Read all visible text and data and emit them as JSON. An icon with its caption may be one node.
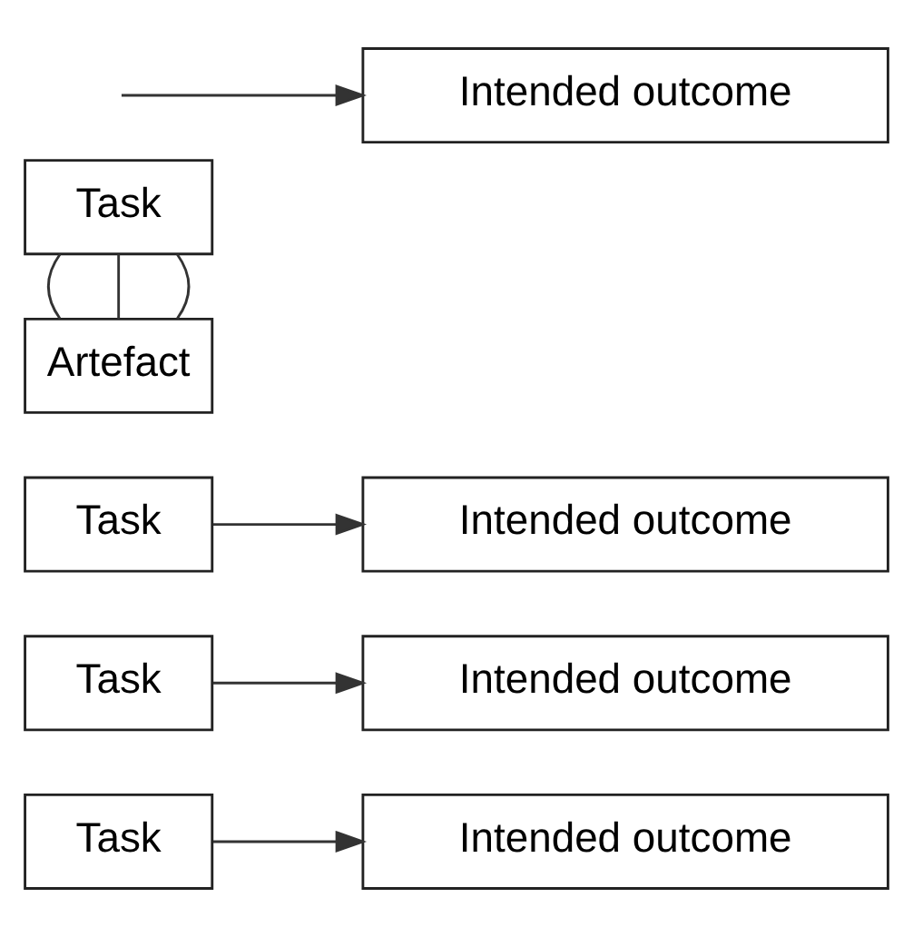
{
  "diagram": {
    "nodes": [
      {
        "text": [
          "Task"
        ]
      },
      {
        "text": [
          "Intended outcome"
        ]
      },
      {
        "text": [
          "Task"
        ]
      },
      {
        "text": [
          "Intended outcome"
        ]
      },
      {
        "text": [
          "Task"
        ]
      },
      {
        "text": [
          "Intended outcome"
        ]
      },
      {
        "text": [
          "Task"
        ]
      },
      {
        "text": [
          "Artefact"
        ]
      },
      {
        "text": [
          "Intended outcome"
        ]
      }
    ],
    "edges": [
      {
        "from": 0,
        "to": 1,
        "arrow": "to"
      },
      {
        "from": 2,
        "to": 3,
        "arrow": "to"
      },
      {
        "from": 4,
        "to": 5,
        "arrow": "to"
      },
      {
        "from": 6,
        "to": 7,
        "arrow": "none"
      },
      {
        "from": 6,
        "to": 7,
        "arrow": "none"
      },
      {
        "from": 6,
        "to": 7,
        "arrow": "none"
      },
      {
        "from": null,
        "to": 8,
        "arrow": "to"
      }
    ]
  }
}
